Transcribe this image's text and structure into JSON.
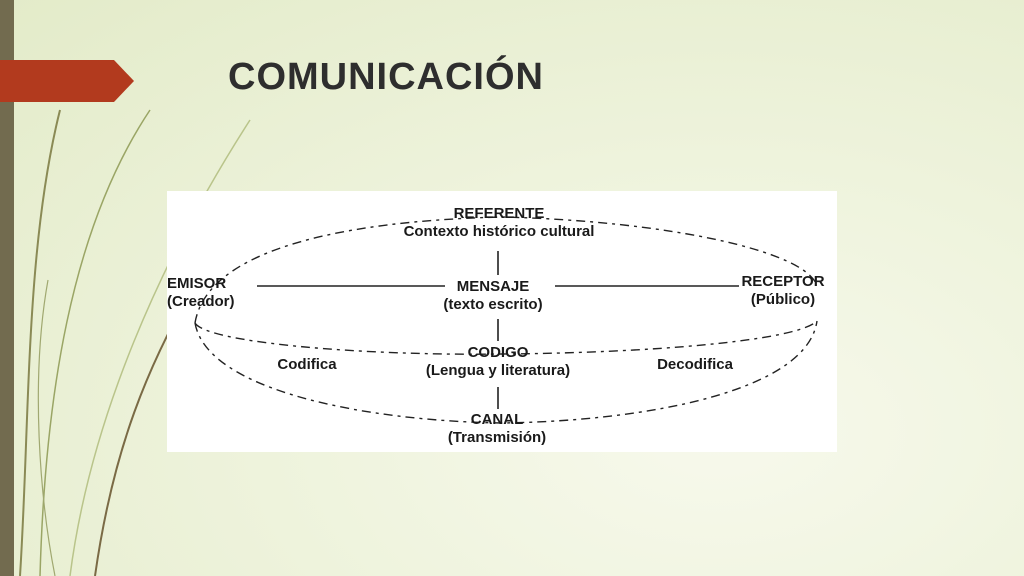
{
  "title": "COMUNICACIÓN",
  "colors": {
    "accent_flag": "#b23a1e",
    "side_bar": "#726b4f",
    "background": "#eef3dc"
  },
  "diagram": {
    "referente": {
      "title": "REFERENTE",
      "subtitle": "Contexto histórico cultural"
    },
    "emisor": {
      "title": "EMISOR",
      "subtitle": "(Creador)"
    },
    "mensaje": {
      "title": "MENSAJE",
      "subtitle": "(texto escrito)"
    },
    "receptor": {
      "title": "RECEPTOR",
      "subtitle": "(Público)"
    },
    "codigo": {
      "title": "CODIGO",
      "subtitle": "(Lengua y literatura)"
    },
    "codifica": "Codifica",
    "decodifica": "Decodifica",
    "canal": {
      "title": "CANAL",
      "subtitle": "(Transmisión)"
    }
  }
}
